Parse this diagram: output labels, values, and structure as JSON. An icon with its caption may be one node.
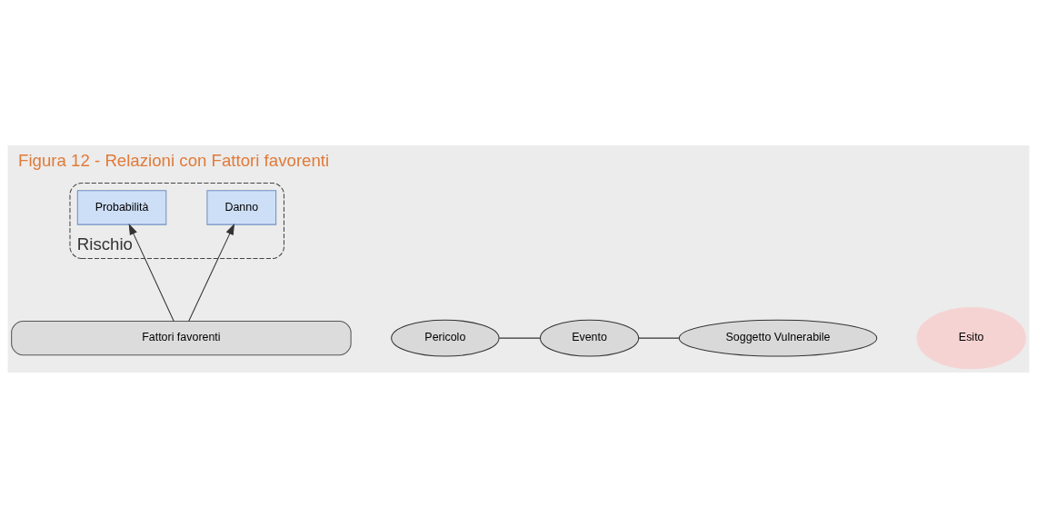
{
  "diagram": {
    "title": "Figura 12 - Relazioni con Fattori favorenti",
    "nodes": [
      {
        "text": [
          "Rischio"
        ]
      },
      {
        "text": [
          "Probabilità"
        ],
        "in": 0
      },
      {
        "text": [
          "Danno"
        ],
        "in": 0
      },
      {
        "text": [
          "Pericolo"
        ]
      },
      {
        "text": [
          "Evento"
        ]
      },
      {
        "text": [
          "Soggetto Vulnerabile"
        ]
      },
      {
        "text": [
          "Esito"
        ]
      },
      {
        "text": [
          "Fattori favorenti"
        ]
      }
    ],
    "edges": [
      {
        "from": 3,
        "to": 4,
        "arrow": "none"
      },
      {
        "from": 4,
        "to": 5,
        "arrow": "none"
      },
      {
        "from": 7,
        "to": 1,
        "arrow": "to"
      },
      {
        "from": 7,
        "to": 2,
        "arrow": "to"
      }
    ]
  }
}
